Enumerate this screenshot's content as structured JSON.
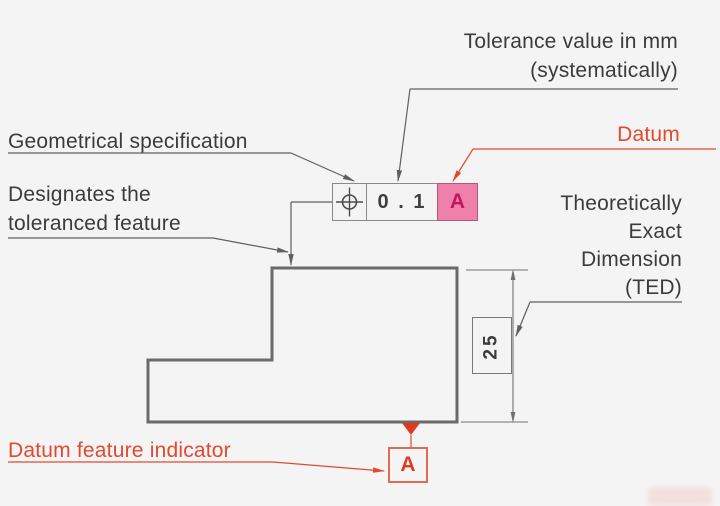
{
  "labels": {
    "tolerance_value_line1": "Tolerance value in mm",
    "tolerance_value_line2": "(systematically)",
    "geometrical_specification": "Geometrical specification",
    "designates_line1": "Designates the",
    "designates_line2": "toleranced feature",
    "datum": "Datum",
    "ted_line1": "Theoretically",
    "ted_line2": "Exact",
    "ted_line3": "Dimension",
    "ted_line4": "(TED)",
    "datum_feature_indicator": "Datum feature indicator"
  },
  "feature_control_frame": {
    "symbol_icon": "position-symbol",
    "tolerance": "0 . 1",
    "datum": "A"
  },
  "dimension": {
    "value": "25"
  },
  "datum_indicator": {
    "letter": "A"
  },
  "colors": {
    "background": "#f5f4f5",
    "text": "#3b3b3b",
    "leader_line": "#5f5f5f",
    "part_outline": "#6a6a6a",
    "accent_red": "#e2492f",
    "triangle_red": "#e03a1e",
    "datum_cell_fill": "#ee80aa",
    "datum_cell_text": "#c2185b"
  }
}
